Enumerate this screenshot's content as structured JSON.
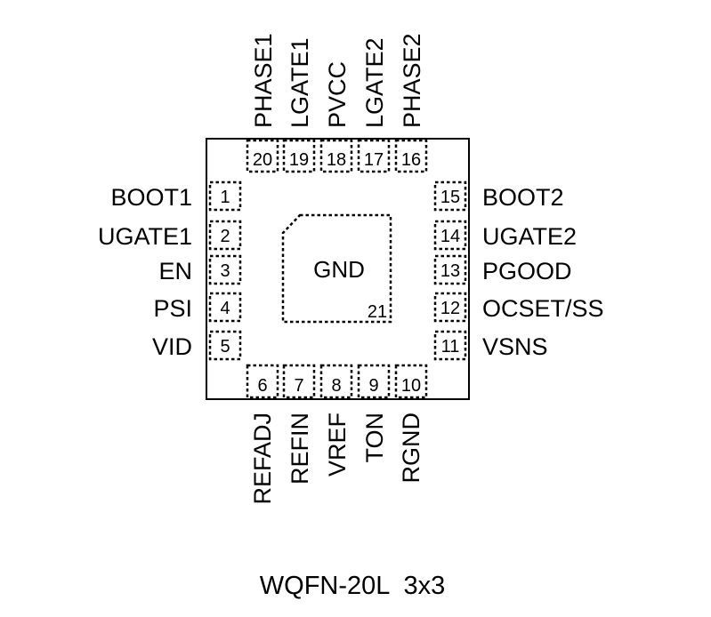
{
  "package": {
    "label": "WQFN-20L  3x3"
  },
  "center_pad": {
    "label": "GND",
    "number": "21"
  },
  "pins": {
    "left": [
      {
        "num": "1",
        "name": "BOOT1"
      },
      {
        "num": "2",
        "name": "UGATE1"
      },
      {
        "num": "3",
        "name": "EN"
      },
      {
        "num": "4",
        "name": "PSI"
      },
      {
        "num": "5",
        "name": "VID"
      }
    ],
    "bottom": [
      {
        "num": "6",
        "name": "REFADJ"
      },
      {
        "num": "7",
        "name": "REFIN"
      },
      {
        "num": "8",
        "name": "VREF"
      },
      {
        "num": "9",
        "name": "TON"
      },
      {
        "num": "10",
        "name": "RGND"
      }
    ],
    "right": [
      {
        "num": "11",
        "name": "VSNS"
      },
      {
        "num": "12",
        "name": "OCSET/SS"
      },
      {
        "num": "13",
        "name": "PGOOD"
      },
      {
        "num": "14",
        "name": "UGATE2"
      },
      {
        "num": "15",
        "name": "BOOT2"
      }
    ],
    "top": [
      {
        "num": "16",
        "name": "PHASE2"
      },
      {
        "num": "17",
        "name": "LGATE2"
      },
      {
        "num": "18",
        "name": "PVCC"
      },
      {
        "num": "19",
        "name": "LGATE1"
      },
      {
        "num": "20",
        "name": "PHASE1"
      }
    ]
  }
}
